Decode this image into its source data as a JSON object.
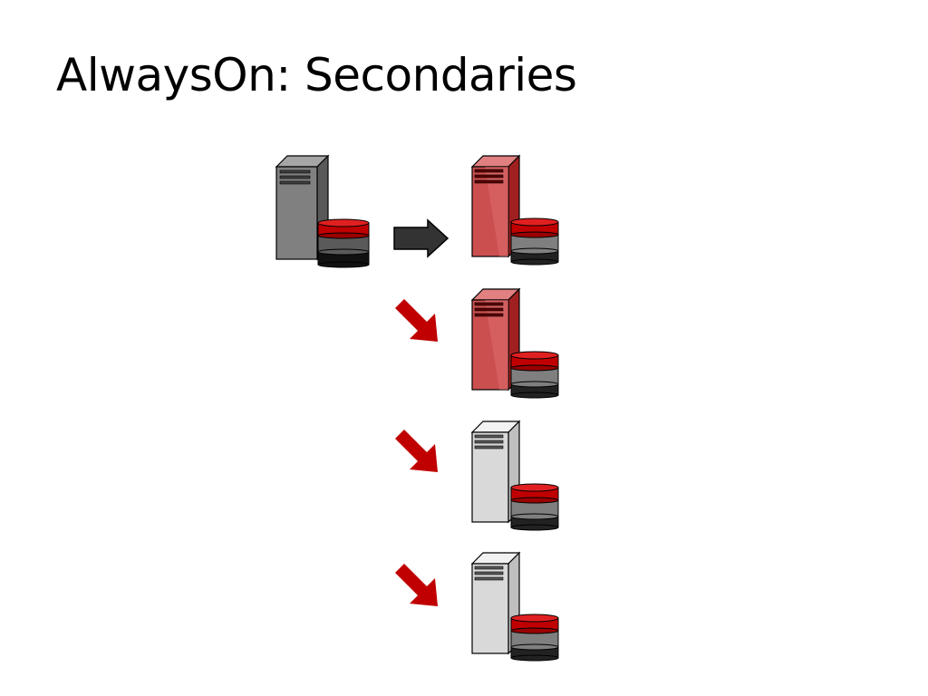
{
  "slide": {
    "title": "AlwaysOn: Secondaries"
  },
  "diagram": {
    "primary": {
      "icon": "server-database-icon",
      "role": "primary",
      "body_color": "#808080"
    },
    "secondaries": [
      {
        "icon": "server-database-icon",
        "role": "secondary",
        "body_color": "#cc4f4f",
        "arrow_color": "#333333"
      },
      {
        "icon": "server-database-icon",
        "role": "secondary",
        "body_color": "#cc4f4f",
        "arrow_color": "#c00000"
      },
      {
        "icon": "server-database-icon",
        "role": "secondary",
        "body_color": "#d9d9d9",
        "arrow_color": "#c00000"
      },
      {
        "icon": "server-database-icon",
        "role": "secondary",
        "body_color": "#d9d9d9",
        "arrow_color": "#c00000"
      }
    ]
  }
}
